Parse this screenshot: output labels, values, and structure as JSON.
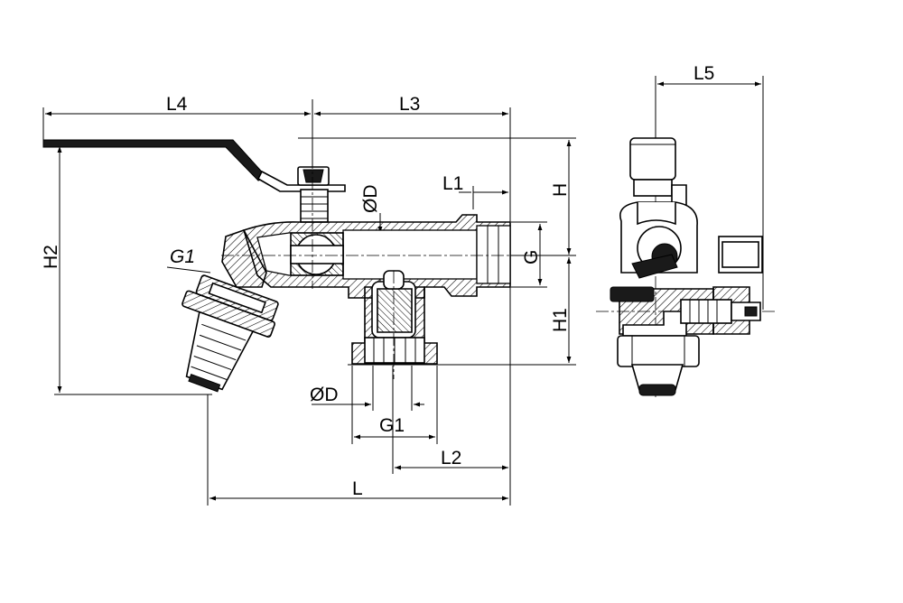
{
  "labels": {
    "L4": "L4",
    "L3": "L3",
    "L5": "L5",
    "L1": "L1",
    "L2": "L2",
    "L": "L",
    "H": "H",
    "H1": "H1",
    "H2": "H2",
    "G": "G",
    "G1_side": "G1",
    "G1_bottom": "G1",
    "OD_vertical": "ØD",
    "OD_bottom": "ØD"
  }
}
